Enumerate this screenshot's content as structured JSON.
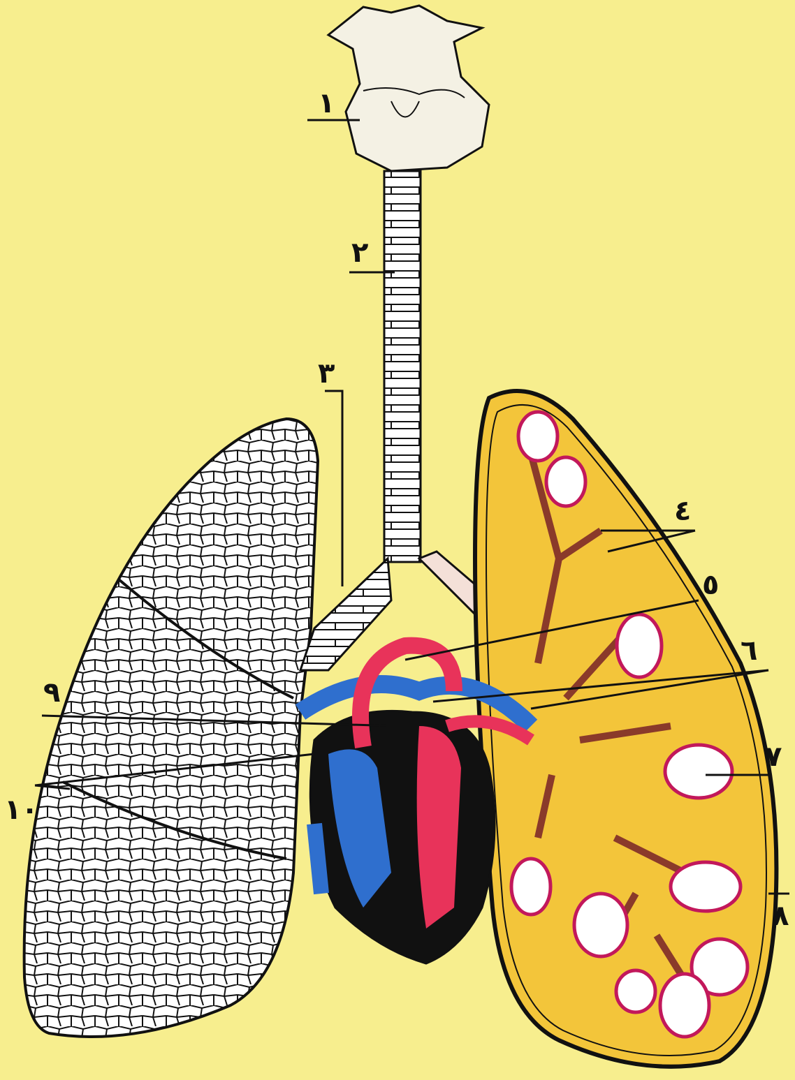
{
  "diagram": {
    "colors": {
      "background": "#f7ee8e",
      "lung_fill": "#f3c53a",
      "oxygenated_blood": "#e8335a",
      "deoxygenated_blood": "#2f6fce",
      "outline": "#111111",
      "alveolus": "#ffffff"
    },
    "labels": [
      {
        "id": "l1",
        "text": "١"
      },
      {
        "id": "l2",
        "text": "٢"
      },
      {
        "id": "l3",
        "text": "٣"
      },
      {
        "id": "l4",
        "text": "٤"
      },
      {
        "id": "l5",
        "text": "٥"
      },
      {
        "id": "l6",
        "text": "٦"
      },
      {
        "id": "l7",
        "text": "٧"
      },
      {
        "id": "l8",
        "text": "٨"
      },
      {
        "id": "l9",
        "text": "٩"
      },
      {
        "id": "l10",
        "text": "١٠"
      }
    ]
  }
}
